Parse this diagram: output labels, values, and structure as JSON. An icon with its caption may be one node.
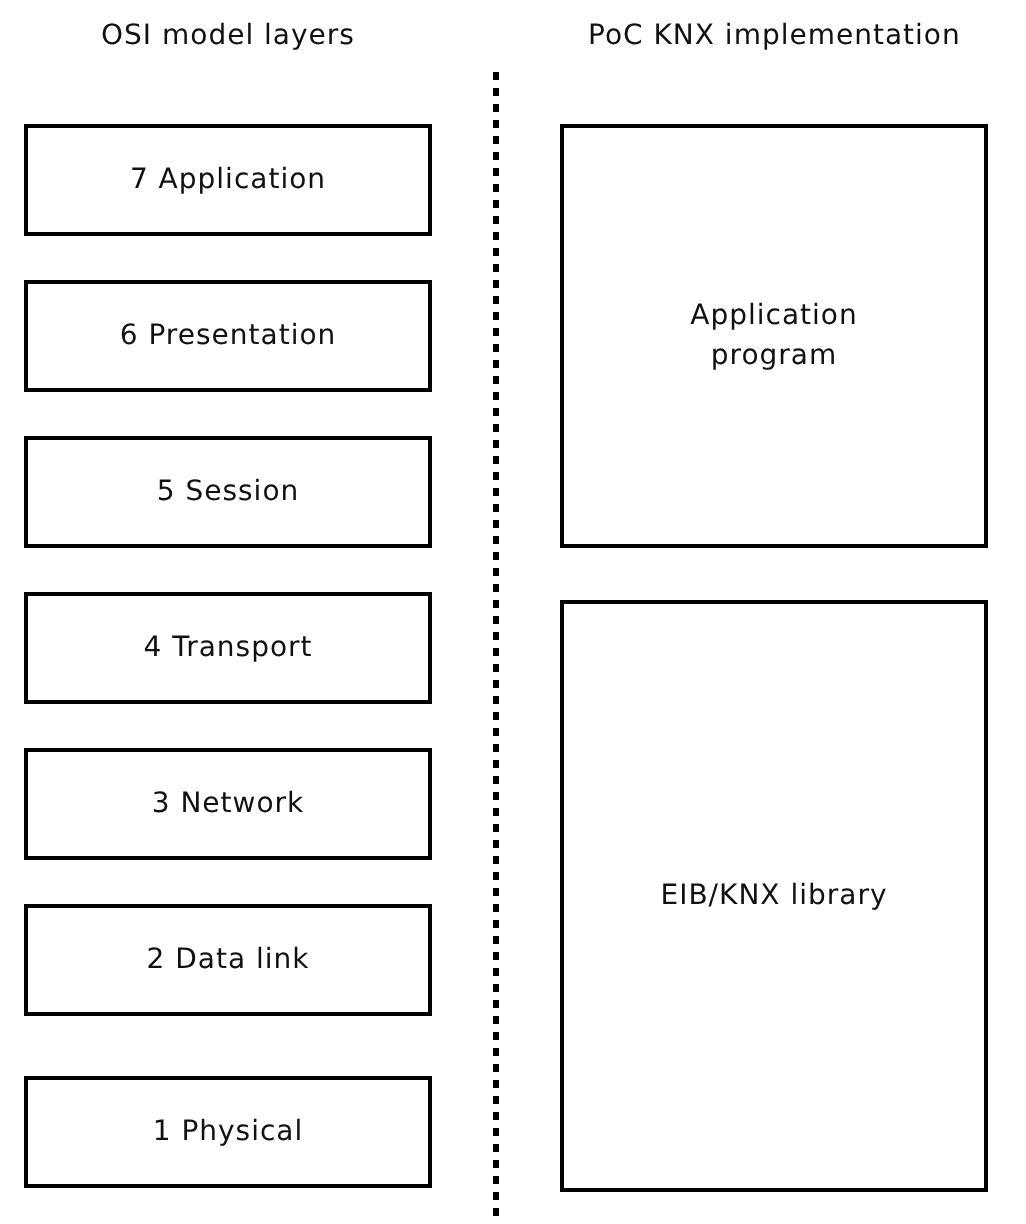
{
  "diagram": {
    "nodes": [
      {
        "text": [
          "7 Application"
        ]
      },
      {
        "text": [
          "6 Presentation"
        ]
      },
      {
        "text": [
          "5 Session"
        ]
      },
      {
        "text": [
          "4 Transport"
        ]
      },
      {
        "text": [
          "3 Network"
        ]
      },
      {
        "text": [
          "2 Data link"
        ]
      },
      {
        "text": [
          "1 Physical"
        ]
      },
      {
        "text": [
          "Application program"
        ]
      },
      {
        "text": [
          "EIB/KNX library"
        ]
      }
    ],
    "labels": [
      "OSI model layers",
      "PoC KNX implementation"
    ]
  }
}
